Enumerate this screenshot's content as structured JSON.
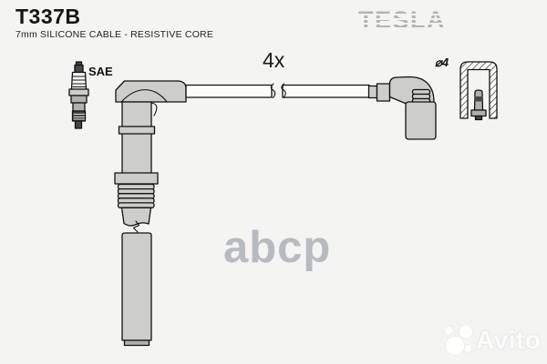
{
  "product": {
    "part_number": "T337B",
    "subtitle": "7mm SILICONE CABLE - RESISTIVE CORE",
    "brand": "TESLA"
  },
  "diagram": {
    "quantity": "4x",
    "plug_standard": "SAE",
    "terminal_diameter": "⌀4"
  },
  "watermarks": {
    "center": "abcp",
    "marketplace": "Avito"
  },
  "colors": {
    "background": "#f4f4f2",
    "outline": "#111111",
    "fill-light": "#cdcdcb",
    "fill-mid": "#b0b0ae",
    "fill-dark": "#474747",
    "cable-fill": "#fbfbfa",
    "brand": "#b3b3b3",
    "watermark": "#b7babe"
  }
}
